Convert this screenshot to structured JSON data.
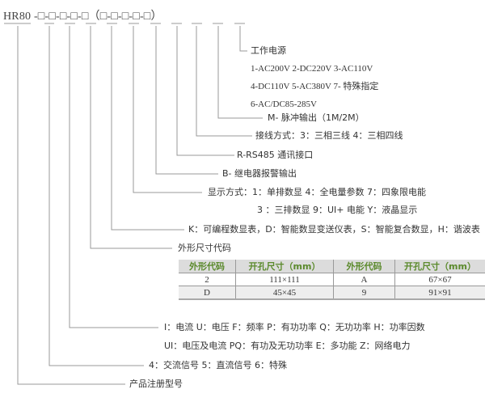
{
  "model_code": "HR80 -□-□-□-□-□（□-□-□-□-□）",
  "power": {
    "title": "工作电源",
    "line1": "1-AC200V  2-DC220V   3-AC110V",
    "line2": "4-DC110V   5-AC380V  7- 特殊指定",
    "line3": "6-AC/DC85-285V"
  },
  "pulse": "M- 脉冲输出（1M/2M）",
  "wiring": "接线方式：3：三相三线    4：三相四线",
  "comm": "R-RS485 通讯接口",
  "relay": "B- 继电器报警输出",
  "display": {
    "line1": "显示方式：1：单排数显    4：全电量参数    7：四象限电能",
    "line2": "3 ：三排数显    9：UI+ 电能      Y：液晶显示"
  },
  "type": "K：可编程数显表，D：智能数显变送仪表，S：智能复合数显，H：谐波表",
  "size": {
    "title": "外形尺寸代码",
    "headers": [
      "外形代码",
      "开孔尺寸（mm）",
      "外形代码",
      "开孔尺寸（mm）"
    ],
    "rows": [
      [
        "2",
        "111×111",
        "A",
        "67×67"
      ],
      [
        "D",
        "45×45",
        "9",
        "91×91"
      ]
    ]
  },
  "measure": {
    "line1": "I：电流   U：电压   F：频率   P：有功功率  Q：无功功率   H：功率因数",
    "line2": "UI：电压及电流    PQ：有功及无功功率    E：多功能  Z：网络电力"
  },
  "signal": "4：交流信号       5：直流信号       6：特殊",
  "reg": "产品注册型号"
}
